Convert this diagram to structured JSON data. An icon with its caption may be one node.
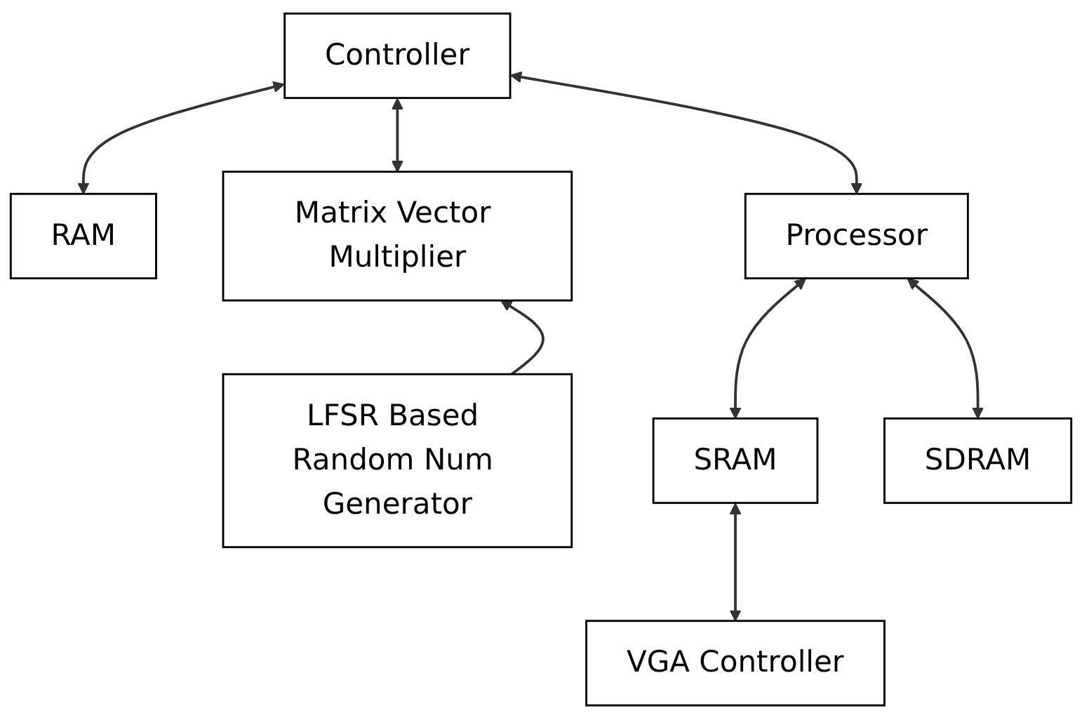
{
  "diagram": {
    "nodes": [
      {
        "text": [
          "Controller"
        ]
      },
      {
        "text": [
          "RAM"
        ]
      },
      {
        "text": [
          "Matrix Vector Multiplier"
        ]
      },
      {
        "text": [
          "Processor"
        ]
      },
      {
        "text": [
          "SRAM"
        ]
      },
      {
        "text": [
          "LFSR Based Random Num Generator"
        ]
      },
      {
        "text": [
          "SDRAM"
        ]
      },
      {
        "text": [
          "VGA Controller"
        ]
      }
    ],
    "edges": [
      {
        "from": 0,
        "to": 1,
        "arrow": "both"
      },
      {
        "from": 0,
        "to": 2,
        "arrow": "both"
      },
      {
        "from": 0,
        "to": 3,
        "arrow": "both"
      },
      {
        "from": 3,
        "to": 4,
        "arrow": "both"
      },
      {
        "from": 4,
        "to": 7,
        "arrow": "both"
      },
      {
        "from": 3,
        "to": 6,
        "arrow": "both"
      },
      {
        "from": 5,
        "to": 2,
        "arrow": "to"
      }
    ]
  }
}
